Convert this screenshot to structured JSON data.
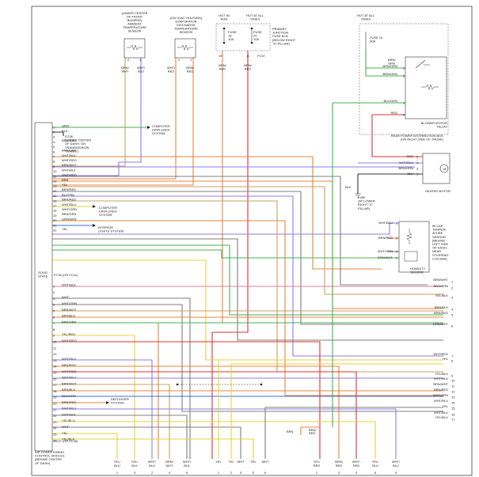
{
  "colors": {
    "background": "#ffffff",
    "orange": "#e8843c",
    "purple": "#8c7ee0",
    "red": "#e03030",
    "green": "#4caf50",
    "tan": "#c9a063",
    "gray": "#7f7f7f",
    "yellow": "#e8d23c",
    "blue": "#3c6ee8",
    "black": "#333333",
    "pink": "#e07e9c"
  },
  "sensors": {
    "ambient": [
      "(UNDER CENTER",
      "OF FRONT",
      "BUMPER)",
      "AMBIENT",
      "TEMPERATURE",
      "SENSOR"
    ],
    "evaporator": [
      "(ON HVAC HOUSING)",
      "EVAPORATOR",
      "DISCHARGE",
      "TEMPERATURE",
      "SENSOR"
    ],
    "ambient_pins": [
      "2",
      "1"
    ],
    "ambient_wires": [
      [
        "BRN/",
        "WHT"
      ],
      [
        "WHT/",
        "BLU"
      ]
    ],
    "evap_pins": [
      "2",
      "1"
    ],
    "evap_wires": [
      [
        "WHT/",
        "RED"
      ],
      [
        "BRN/",
        "RED"
      ]
    ]
  },
  "power": {
    "hot_in_run": [
      "HOT IN",
      "RUN"
    ],
    "hot_all_times": [
      "HOT AT ALL",
      "TIMES"
    ],
    "fuse18": [
      "FUSE",
      "18",
      "10A"
    ],
    "fuse20": [
      "FUSE",
      "20",
      "10A"
    ],
    "pjfb": [
      "PRIMARY",
      "JUNCTION",
      "FUSE BOX",
      "(BELOW RIGHT",
      "\"A\" PILLAR)"
    ],
    "pjfb_pins": [
      "19",
      "8"
    ],
    "pjfb_conn": "FC37",
    "pjfb_wires": [
      [
        "BRN/",
        "RED"
      ],
      [
        "BRN/",
        "RED"
      ]
    ],
    "hot_all_times_right": [
      "HOT AT ALL",
      "TIMES"
    ],
    "fuse10": [
      "FUSE 10",
      "30A"
    ]
  },
  "blower": {
    "brn_grn_top": [
      "BRN/",
      "GRN"
    ],
    "relay_wires": [
      {
        "label": "BRN/GRN",
        "pin": "3"
      },
      {
        "label": "BRN/GRN",
        "pin": "5"
      },
      {
        "label": "BLK/GRN",
        "pin": "1"
      },
      {
        "label": "RED",
        "pin": "2"
      }
    ],
    "relay_title": [
      "BLOWER MOTOR",
      "RELAY"
    ],
    "rpdb": [
      "REAR POWER DISTRIBUTION BOX",
      "(ON RIGHT SIDE OF TRUNK)"
    ],
    "motor_wires": [
      {
        "label": "RED",
        "pin": "2"
      },
      {
        "label": "WHT/BLU",
        "pin": "4"
      },
      {
        "label": "BRN/GRN",
        "pin": "3"
      },
      {
        "label": "BLK",
        "pin": "1"
      }
    ],
    "motor_title": "HEATER MOTOR",
    "ground": [
      "E450",
      "(AT LOWER",
      "RIGHT \"A\"",
      "PILLAR)"
    ],
    "ground_wire": "BLK"
  },
  "incar": {
    "wires": [
      {
        "label": "WHT/BLU",
        "pin": "1"
      },
      {
        "label": "BRN/RED",
        "pin": "3"
      },
      {
        "label": "WHT/GRN",
        "pin": "4"
      },
      {
        "label": "GRN/WHT",
        "pin": "2"
      }
    ],
    "title": [
      "IN CAR",
      "TEMPER-",
      "ATURE",
      "SENSOR",
      "(BEHIND",
      "LEFT SIDE",
      "OF DASH,",
      "NEAR",
      "STEERING",
      "COLUMN)"
    ],
    "humidity": [
      "HUMIDITY",
      "SENSOR"
    ]
  },
  "module": {
    "solid_state": [
      "SOLID",
      "STATE"
    ],
    "title": [
      "AIR CONDITIONING",
      "CONTROL MODULE",
      "(BEHIND CENTER",
      "OF DASH)"
    ],
    "fc38": [
      "FC38",
      "(UNDER CENTER",
      "OF DASH, ON",
      "TRANSMISSION",
      "TUNNEL)"
    ],
    "computer_data": [
      "COMPUTER",
      "DATA LINES",
      "SYSTEM"
    ],
    "computer_data2": [
      "COMPUTER",
      "DATA LINES",
      "SYSTEM"
    ],
    "interior_lights": [
      "INTERIOR",
      "LIGHTS SYSTEM"
    ],
    "defogger": [
      "DEFOGGER",
      "SYSTEM"
    ],
    "fc39": "FC39 (OR FC41)",
    "fc27": "FC27 (OR FC40)",
    "pins_top": [
      {
        "pin": "1",
        "label": "GRN"
      },
      {
        "pin": "2",
        "label": "BLK"
      },
      {
        "pin": "3",
        "label": ""
      },
      {
        "pin": "4",
        "label": "BRN/RED"
      },
      {
        "pin": "5",
        "label": ""
      },
      {
        "pin": "6",
        "label": "BRN/GRN"
      },
      {
        "pin": "7",
        "label": "WHT/BLK"
      },
      {
        "pin": "8",
        "label": "WHT/RED"
      },
      {
        "pin": "9",
        "label": "BRN/WHT"
      },
      {
        "pin": "10",
        "label": "WHT/BLK"
      },
      {
        "pin": "11",
        "label": "WHT/RED"
      },
      {
        "pin": "12",
        "label": "BRN"
      },
      {
        "pin": "13",
        "label": "YEL"
      },
      {
        "pin": "14",
        "label": "BRN/RED"
      },
      {
        "pin": "15",
        "label": "BLU/YEL"
      },
      {
        "pin": "16",
        "label": "BRN/RED"
      },
      {
        "pin": "17",
        "label": "WHT/BLU"
      },
      {
        "pin": "18",
        "label": "WHT/GRN"
      },
      {
        "pin": "19",
        "label": "BRN/GRN"
      },
      {
        "pin": "20",
        "label": "GRN/WHT"
      },
      {
        "pin": "21",
        "label": ""
      },
      {
        "pin": "22",
        "label": "YEL"
      }
    ],
    "pins_mid": [
      {
        "pin": "1",
        "label": "WHT/BLK"
      },
      {
        "pin": "2",
        "label": ""
      },
      {
        "pin": "3",
        "label": "WHT"
      },
      {
        "pin": "4",
        "label": "WHT/GRN"
      },
      {
        "pin": "5",
        "label": "BRN/WHT"
      },
      {
        "pin": "6",
        "label": "BRN/BLK"
      },
      {
        "pin": "7",
        "label": "BRN/GRN"
      },
      {
        "pin": "8",
        "label": ""
      },
      {
        "pin": "9",
        "label": "YEL/RED"
      },
      {
        "pin": "10",
        "label": "WHT/RED"
      },
      {
        "pin": "11",
        "label": ""
      },
      {
        "pin": "12",
        "label": ""
      },
      {
        "pin": "13",
        "label": "WHT/BLU"
      },
      {
        "pin": "14",
        "label": "BRN/RED"
      },
      {
        "pin": "15",
        "label": "WHT/RED"
      },
      {
        "pin": "16",
        "label": "WHT/BLU"
      },
      {
        "pin": "17",
        "label": "BRN/WHT"
      },
      {
        "pin": "18",
        "label": "BRN/BLK"
      },
      {
        "pin": "19",
        "label": "BLU/GRN"
      },
      {
        "pin": "20",
        "label": "BRN/RED"
      },
      {
        "pin": "21",
        "label": "WHT/BLU"
      },
      {
        "pin": "22",
        "label": "WHT/BLK"
      },
      {
        "pin": "23",
        "label": "YEL/BLU"
      },
      {
        "pin": "24",
        "label": "WHT"
      },
      {
        "pin": "25",
        "label": "YEL"
      },
      {
        "pin": "26",
        "label": "YEL/BLK"
      }
    ]
  },
  "right_stack": [
    {
      "label": "BRN/WHT",
      "pin": "1"
    },
    {
      "label": "BRN/GRN",
      "pin": "2"
    },
    {
      "label": "YEL/BLK",
      "pin": "3"
    },
    {
      "label": "BRN/BLK",
      "pin": "4"
    },
    {
      "label": "BRN/RED",
      "pin": "5"
    },
    {
      "label": "GRN/WHT",
      "pin": "6"
    },
    {
      "label": "WHT/RED",
      "pin": "7"
    },
    {
      "label": "YEL",
      "pin": "8"
    },
    {
      "label": "YEL/BLU",
      "pin": "9"
    },
    {
      "label": "WHT/BLU",
      "pin": "10"
    },
    {
      "label": "BRN/WHT",
      "pin": "11"
    },
    {
      "label": "BRN/RED",
      "pin": "12"
    },
    {
      "label": "WHT/GRN",
      "pin": "13"
    },
    {
      "label": "WHT/BLU",
      "pin": "14"
    },
    {
      "label": "YEL",
      "pin": "15"
    },
    {
      "label": "WHT/BLU",
      "pin": "16"
    },
    {
      "label": "YEL/BLU",
      "pin": "17"
    }
  ],
  "bottom_pins": [
    {
      "w1": "YEL/",
      "w2": "BLU",
      "pin": "1"
    },
    {
      "w1": "YEL/",
      "w2": "BLK",
      "pin": "3"
    },
    {
      "w1": "WHT/",
      "w2": "BLU",
      "pin": "2"
    },
    {
      "w1": "BRN/",
      "w2": "WHT",
      "pin": "4"
    },
    {
      "w1": "WHT/",
      "w2": "BLK",
      "pin": "6"
    },
    {
      "w1": "YEL",
      "w2": "",
      "pin": "1"
    },
    {
      "w1": "YEL",
      "w2": "",
      "pin": "2"
    },
    {
      "w1": "WHT",
      "w2": "",
      "pin": "3"
    },
    {
      "w1": "YEL",
      "w2": "",
      "pin": "5"
    },
    {
      "w1": "WHT",
      "w2": "",
      "pin": "6"
    },
    {
      "w1": "YEL/",
      "w2": "RED",
      "pin": "2"
    },
    {
      "w1": "BRN/",
      "w2": "RED",
      "pin": "3"
    },
    {
      "w1": "WHT/",
      "w2": "RED",
      "pin": "4"
    },
    {
      "w1": "YEL/",
      "w2": "BLU",
      "pin": "8"
    },
    {
      "w1": "WHT/",
      "w2": "BLU",
      "pin": "9"
    }
  ],
  "brn_red_bottom": [
    "BRN",
    "BRN/",
    "RED"
  ]
}
